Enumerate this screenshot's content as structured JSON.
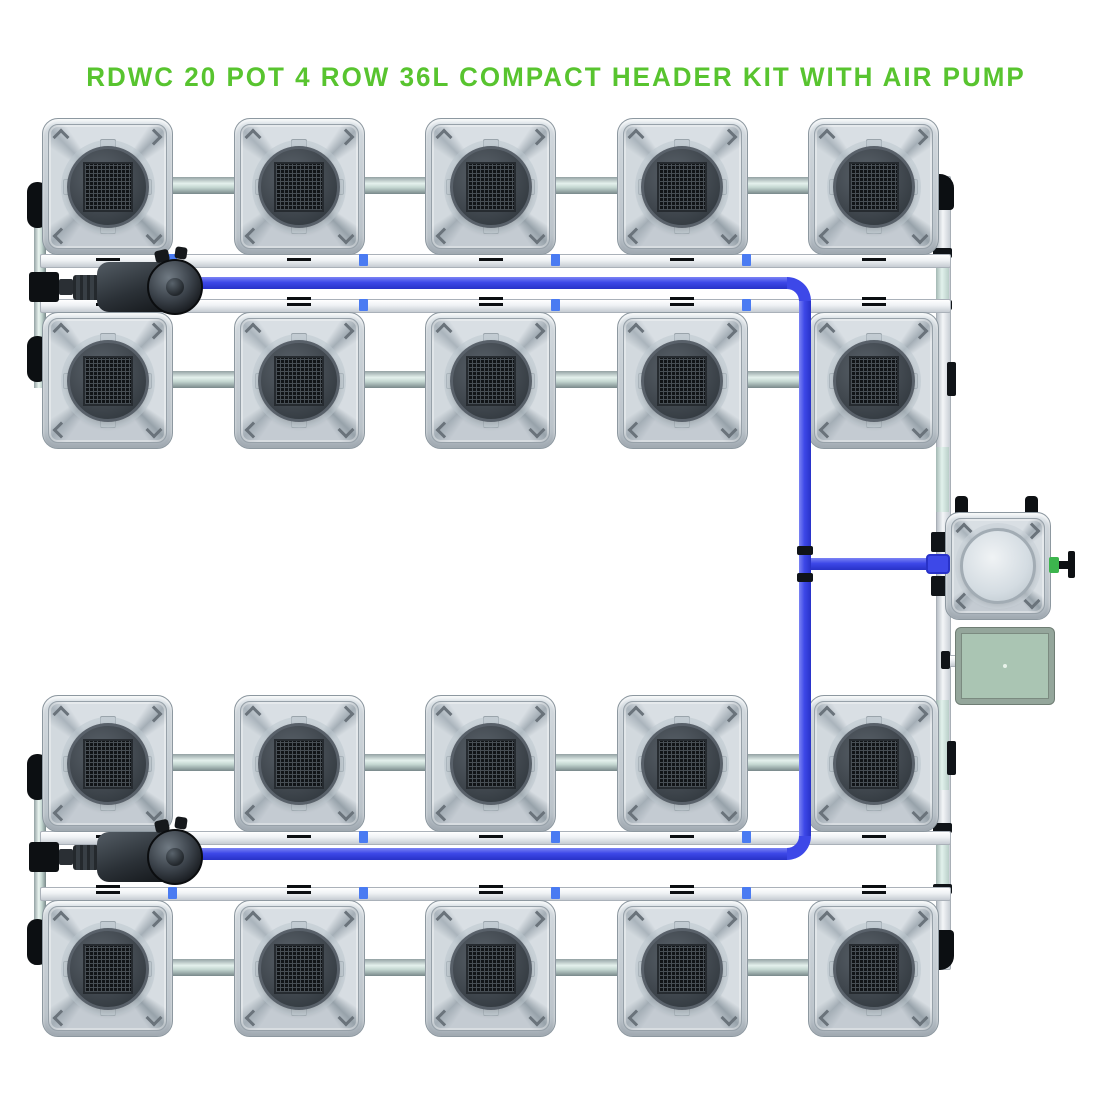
{
  "title": {
    "text": "RDWC 20 POT 4 ROW 36L COMPACT HEADER KIT WITH AIR PUMP",
    "color": "#58c42f"
  },
  "system": {
    "name": "RDWC",
    "total_pots": 20,
    "rows": 4,
    "pots_per_row": 5,
    "pot_volume": "36L",
    "kit_type": "Compact Header Kit",
    "air_pump_included": true
  },
  "components": {
    "grow_pot": {
      "count": 20,
      "lid": "mesh-net-lid",
      "body_color": "#ccd4da",
      "mesh_color": "#111417"
    },
    "header_tank": {
      "count": 1,
      "lid": "solid-lid",
      "position": "right-middle",
      "valve_color": "#3cb54d"
    },
    "water_pump": {
      "count": 2,
      "color": "#24292e"
    },
    "air_pump": {
      "count": 1,
      "color": "#aac5b3"
    },
    "delivery_tubing": {
      "color": "#3d48e8"
    },
    "return_pipe": {
      "color": "#eef1f4"
    },
    "interconnect_pipe": {
      "color": "#cfe4dc"
    },
    "manifold_pipe": {
      "color": "#e9edf0"
    }
  }
}
